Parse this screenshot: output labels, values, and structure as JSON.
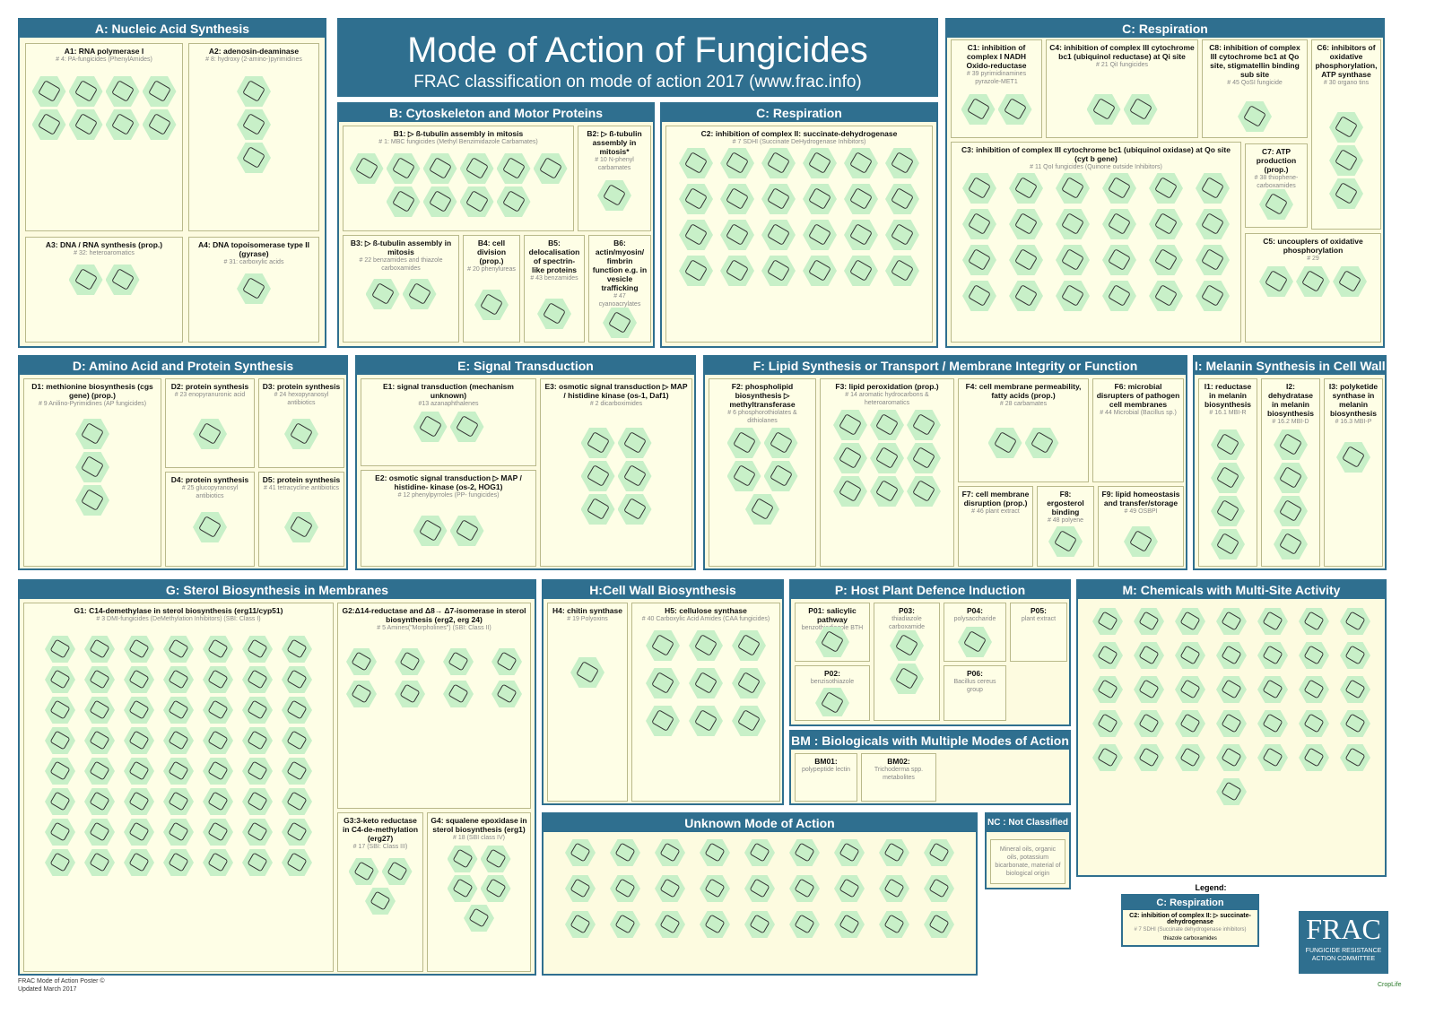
{
  "title": "Mode of Action of Fungicides",
  "subtitle": "FRAC classification on mode of action 2017 (www.frac.info)",
  "sections": {
    "A": {
      "title": "A: Nucleic Acid Synthesis",
      "subs": [
        {
          "t": "A1: RNA polymerase I",
          "c": "# 4: PA-fungicides (PhenylAmides)"
        },
        {
          "t": "A2: adenosin-deaminase",
          "c": "# 8: hydroxy (2-amino-)pyrimidines"
        },
        {
          "t": "A3: DNA / RNA synthesis (prop.)",
          "c": "# 32: heteroaromatics"
        },
        {
          "t": "A4: DNA topoisomerase type II (gyrase)",
          "c": "# 31: carboxylic acids"
        }
      ]
    },
    "B": {
      "title": "B: Cytoskeleton and Motor Proteins",
      "subs": [
        {
          "t": "B1: ▷ ß-tubulin assembly in mitosis",
          "c": "# 1: MBC fungicides (Methyl Benzimidazole Carbamates)"
        },
        {
          "t": "B2: ▷ ß-tubulin assembly in mitosis*",
          "c": "# 10 N-phenyl carbamates"
        },
        {
          "t": "B3: ▷ ß-tubulin assembly in mitosis",
          "c": "# 22 benzamides and thiazole carboxamides"
        },
        {
          "t": "B4: cell division (prop.)",
          "c": "# 20 phenylureas"
        },
        {
          "t": "B5: delocalisation of spectrin-like proteins",
          "c": "# 43 benzamides"
        },
        {
          "t": "B6: actin/myosin/ fimbrin function e.g. in vesicle trafficking",
          "c": "# 47 cyanoacrylates"
        }
      ]
    },
    "C1": {
      "title": "C: Respiration",
      "subs": [
        {
          "t": "C2: inhibition of complex II: succinate-dehydrogenase",
          "c": "# 7 SDHI (Succinate DeHydrogenase Inhibitors)"
        }
      ]
    },
    "C2": {
      "title": "C: Respiration",
      "subs": [
        {
          "t": "C1: inhibition of complex I NADH Oxido-reductase",
          "c": "# 39 pyrimidinamines pyrazole-MET1"
        },
        {
          "t": "C4: inhibition of complex III cytochrome bc1 (ubiquinol reductase) at Qi site",
          "c": "# 21 QiI fungicides"
        },
        {
          "t": "C8: inhibition of complex III cytochrome bc1 at Qo site, stigmatellin binding sub site",
          "c": "# 45 QoSI fungicide"
        },
        {
          "t": "C6: inhibitors of oxidative phosphorylation, ATP synthase",
          "c": "# 30 organo tins"
        },
        {
          "t": "C3: inhibition of complex III cytochrome bc1 (ubiquinol oxidase) at Qo site (cyt b gene)",
          "c": "# 11 QoI fungicides (Quinone outside Inhibitors)"
        },
        {
          "t": "C7: ATP production (prop.)",
          "c": "# 38 thiophene-carboxamides"
        },
        {
          "t": "C5: uncouplers of oxidative phosphorylation",
          "c": "# 29"
        }
      ]
    },
    "D": {
      "title": "D: Amino Acid and Protein Synthesis",
      "subs": [
        {
          "t": "D1: methionine biosynthesis (cgs gene) (prop.)",
          "c": "# 9 Anilino-Pyrimidines (AP fungicides)"
        },
        {
          "t": "D2: protein synthesis",
          "c": "# 23 enopyranuronic acid"
        },
        {
          "t": "D3: protein synthesis",
          "c": "# 24 hexopyranosyl antibiotics"
        },
        {
          "t": "D4: protein synthesis",
          "c": "# 25 glucopyranosyl antibiotics"
        },
        {
          "t": "D5: protein synthesis",
          "c": "# 41 tetracycline antibiotics"
        }
      ]
    },
    "E": {
      "title": "E: Signal Transduction",
      "subs": [
        {
          "t": "E1: signal transduction (mechanism unknown)",
          "c": "#13 azanaphthalenes"
        },
        {
          "t": "E3: osmotic signal transduction ▷ MAP / histidine kinase (os-1, Daf1)",
          "c": "# 2 dicarboximides"
        },
        {
          "t": "E2: osmotic signal transduction ▷ MAP / histidine- kinase (os-2, HOG1)",
          "c": "# 12 phenylpyrroles (PP- fungicides)"
        }
      ]
    },
    "F": {
      "title": "F: Lipid Synthesis or Transport / Membrane Integrity or Function",
      "subs": [
        {
          "t": "F2: phospholipid biosynthesis ▷ methyltransferase",
          "c": "# 6 phosphorothiolates & dithiolanes"
        },
        {
          "t": "F3: lipid peroxidation (prop.)",
          "c": "# 14 aromatic hydrocarbons & heteroaromatics"
        },
        {
          "t": "F4: cell membrane permeability, fatty acids (prop.)",
          "c": "# 28 carbamates"
        },
        {
          "t": "F6: microbial disrupters of pathogen cell membranes",
          "c": "# 44 Microbial (Bacillus sp.)"
        },
        {
          "t": "F7: cell membrane disruption (prop.)",
          "c": "# 46 plant extract"
        },
        {
          "t": "F8: ergosterol binding",
          "c": "# 48 polyene"
        },
        {
          "t": "F9: lipid homeostasis and transfer/storage",
          "c": "# 49 OSBPI"
        }
      ]
    },
    "I": {
      "title": "I: Melanin Synthesis in Cell Wall",
      "subs": [
        {
          "t": "I1: reductase in melanin biosynthesis",
          "c": "# 16.1 MBI-R"
        },
        {
          "t": "I2: dehydratase in melanin biosynthesis",
          "c": "# 16.2 MBI-D"
        },
        {
          "t": "I3: polyketide synthase in melanin biosynthesis",
          "c": "# 16.3 MBI-P"
        }
      ]
    },
    "G": {
      "title": "G: Sterol Biosynthesis in Membranes",
      "subs": [
        {
          "t": "G1: C14-demethylase in sterol biosynthesis (erg11/cyp51)",
          "c": "# 3 DMI-fungicides (DeMethylation Inhibitors) (SBI: Class I)"
        },
        {
          "t": "G2:Δ14-reductase and Δ8→ Δ7-isomerase in sterol biosynthesis (erg2, erg 24)",
          "c": "# 5 Amines(\"Morpholines\") (SBI: Class II)"
        },
        {
          "t": "G3:3-keto reductase in C4-de-methylation (erg27)",
          "c": "# 17 (SBI: Class III)"
        },
        {
          "t": "G4: squalene epoxidase in sterol biosynthesis (erg1)",
          "c": "# 18 (SBI class IV)"
        }
      ]
    },
    "H": {
      "title": "H:Cell Wall Biosynthesis",
      "subs": [
        {
          "t": "H4: chitin synthase",
          "c": "# 19 Polyoxins"
        },
        {
          "t": "H5: cellulose synthase",
          "c": "# 40 Carboxylic Acid Amides (CAA fungicides)"
        }
      ]
    },
    "P": {
      "title": "P: Host Plant Defence Induction",
      "subs": [
        {
          "t": "P01: salicylic pathway",
          "c": "benzothiadiazole BTH"
        },
        {
          "t": "P03:",
          "c": "thiadiazole carboxamide"
        },
        {
          "t": "P04:",
          "c": "polysaccharide"
        },
        {
          "t": "P05:",
          "c": "plant extract"
        },
        {
          "t": "P02:",
          "c": "benzisothiazole"
        },
        {
          "t": "P06:",
          "c": "Bacillus cereus group"
        }
      ]
    },
    "BM": {
      "title": "BM : Biologicals with Multiple Modes of Action",
      "subs": [
        {
          "t": "BM01:",
          "c": "polypeptide lectin"
        },
        {
          "t": "BM02:",
          "c": "Trichoderma spp. metabolites"
        }
      ]
    },
    "M": {
      "title": "M: Chemicals with Multi-Site Activity",
      "subs": []
    },
    "U": {
      "title": "Unknown Mode of Action",
      "subs": []
    },
    "NC": {
      "title": "NC : Not Classified",
      "subs": [
        {
          "t": "",
          "c": "Mineral oils, organic oils, potassium bicarbonate, material of biological origin"
        }
      ]
    }
  },
  "legend": {
    "heading": "Legend:",
    "group": "C: Respiration",
    "sub": "C2: inhibition of complex II: ▷ succinate-dehydrogenase",
    "code": "# 7 SDHI (Succinate dehydrogenase inhibitors)",
    "chem": "thiazole carboxamides"
  },
  "frac": {
    "logo": "FRAC",
    "line": "FUNGICIDE RESISTANCE ACTION COMMITTEE"
  },
  "footer": {
    "l1": "FRAC Mode of Action Poster ©",
    "l2": "Updated March 2017"
  },
  "croplife": "CropLife",
  "colors": {
    "primary": "#2f6f8f",
    "panel": "#fdfbe0",
    "hex": "#c8f0c8"
  }
}
